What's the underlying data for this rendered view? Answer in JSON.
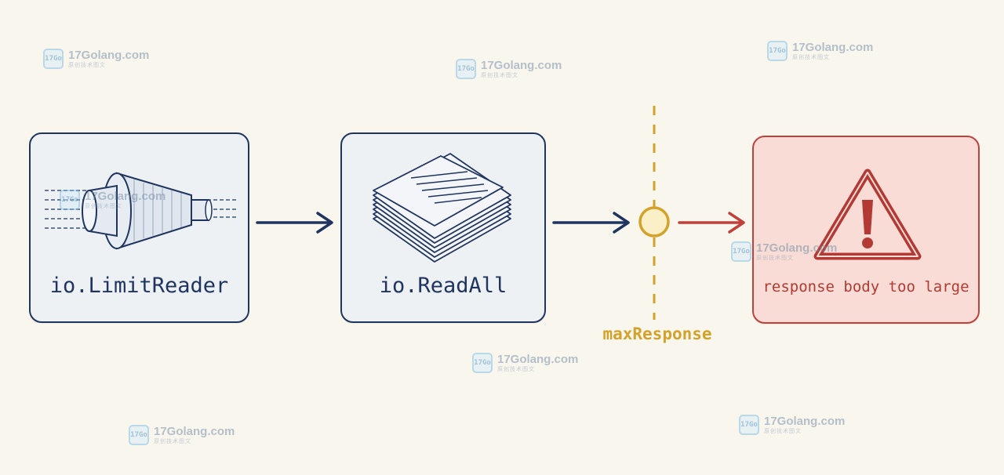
{
  "nodes": {
    "limit_reader": {
      "label": "io.LimitReader"
    },
    "read_all": {
      "label": "io.ReadAll"
    },
    "error": {
      "label": "response body too large"
    }
  },
  "threshold": {
    "label": "maxResponse"
  },
  "colors": {
    "primary": "#1f3560",
    "danger": "#c0413c",
    "threshold": "#d4a22a",
    "background": "#f9f6ee"
  },
  "watermark": {
    "site": "17Golang.com",
    "subtitle": "原创技术图文",
    "logo": "17Go"
  }
}
